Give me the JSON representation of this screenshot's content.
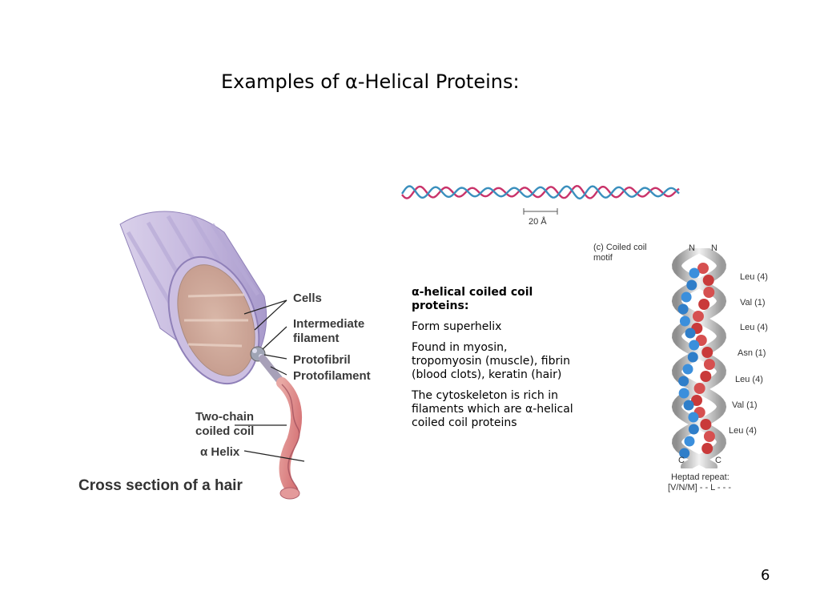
{
  "slide": {
    "title": "Examples of α-Helical Proteins:",
    "page_number": "6"
  },
  "hair_figure": {
    "labels": {
      "cells": "Cells",
      "intermediate_filament": "Intermediate filament",
      "protofibril": "Protofibril",
      "protofilament": "Protofilament",
      "two_chain_coiled_coil": "Two-chain coiled coil",
      "alpha_helix": "α Helix"
    },
    "caption": "Cross section of a hair"
  },
  "coil_strip": {
    "scale_label": "20 Å"
  },
  "text_block": {
    "heading": "α-helical coiled coil proteins:",
    "p1": "Form superhelix",
    "p2": "Found in myosin, tropomyosin (muscle), fibrin (blood clots), keratin (hair)",
    "p3": "The cytoskeleton is rich in filaments which are α-helical coiled coil proteins"
  },
  "motif": {
    "panel_label": "(c) Coiled coil motif",
    "terminus_n": "N",
    "terminus_c": "C",
    "residues": [
      "Leu (4)",
      "Val (1)",
      "Leu (4)",
      "Asn (1)",
      "Leu (4)",
      "Val (1)",
      "Leu (4)"
    ],
    "heptad_title": "Heptad repeat:",
    "heptad_pattern": "[V/N/M] - - L - - -"
  }
}
